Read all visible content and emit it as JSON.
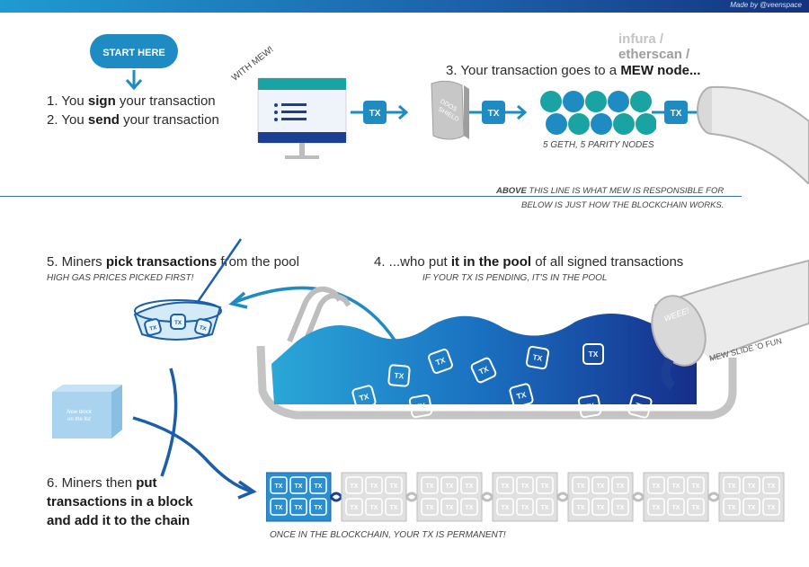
{
  "credit": "Made by @veenspace",
  "start": "START HERE",
  "with_mew": "WITH MEW!",
  "step1": {
    "pre": "1. You ",
    "bold": "sign",
    "post": " your transaction"
  },
  "step2": {
    "pre": "2. You ",
    "bold": "send",
    "post": " your transaction"
  },
  "infura": "infura /",
  "etherscan": "etherscan /",
  "step3": {
    "pre": "3. Your transaction goes to a ",
    "bold": "MEW node..."
  },
  "nodes_caption": "5 GETH, 5 PARITY NODES",
  "ddos": [
    "DDOS",
    "SHIELD"
  ],
  "tx": "TX",
  "divider": {
    "above_bold": "ABOVE",
    "above_rest": " THIS LINE IS WHAT MEW IS RESPONSIBLE FOR",
    "below": "BELOW IS JUST HOW THE BLOCKCHAIN WORKS."
  },
  "step5": {
    "pre": "5. Miners ",
    "bold": "pick transactions",
    "post": " from the pool",
    "note": "HIGH GAS PRICES PICKED FIRST!"
  },
  "step4": {
    "pre": "4. ...who put ",
    "bold": "it in the pool",
    "post": " of all signed transactions",
    "note": "IF YOUR TX IS PENDING, IT'S IN THE POOL"
  },
  "weee": "WEEE!",
  "slide": "MEW SLIDE 'O FUN",
  "new_block": [
    "New block",
    "on the list"
  ],
  "step6": [
    "6. Miners then ",
    "put",
    "transactions in a block",
    "and add it to the chain"
  ],
  "permanent": "ONCE IN THE BLOCKCHAIN, YOUR TX IS PERMANENT!",
  "colors": {
    "blue": "#1e8bc3",
    "dark_blue": "#1c3f94",
    "teal": "#1aa3a3",
    "grey": "#bdbdbd"
  }
}
